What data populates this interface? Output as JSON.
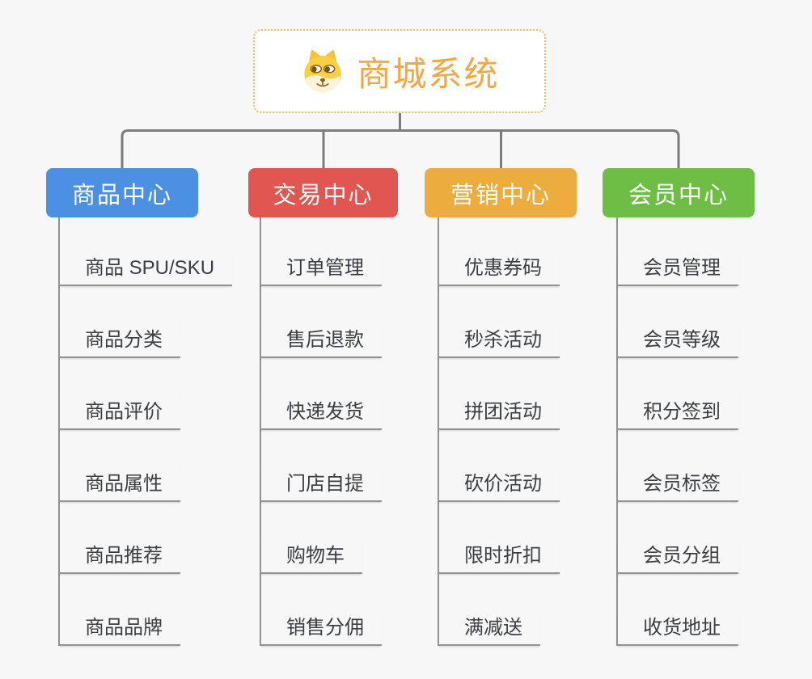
{
  "root": {
    "title": "商城系统",
    "icon": "doge-icon",
    "title_color": "#f2a843",
    "border_color": "#f4b860"
  },
  "connector_color": "#7c7c7c",
  "line_color": "#929292",
  "background_color": "#f7f7f7",
  "branches": [
    {
      "label": "商品中心",
      "color": "#4b90e2",
      "items": [
        "商品 SPU/SKU",
        "商品分类",
        "商品评价",
        "商品属性",
        "商品推荐",
        "商品品牌"
      ]
    },
    {
      "label": "交易中心",
      "color": "#e25652",
      "items": [
        "订单管理",
        "售后退款",
        "快递发货",
        "门店自提",
        "购物车",
        "销售分佣"
      ]
    },
    {
      "label": "营销中心",
      "color": "#edac3e",
      "items": [
        "优惠券码",
        "秒杀活动",
        "拼团活动",
        "砍价活动",
        "限时折扣",
        "满减送"
      ]
    },
    {
      "label": "会员中心",
      "color": "#6ebe45",
      "items": [
        "会员管理",
        "会员等级",
        "积分签到",
        "会员标签",
        "会员分组",
        "收货地址"
      ]
    }
  ]
}
